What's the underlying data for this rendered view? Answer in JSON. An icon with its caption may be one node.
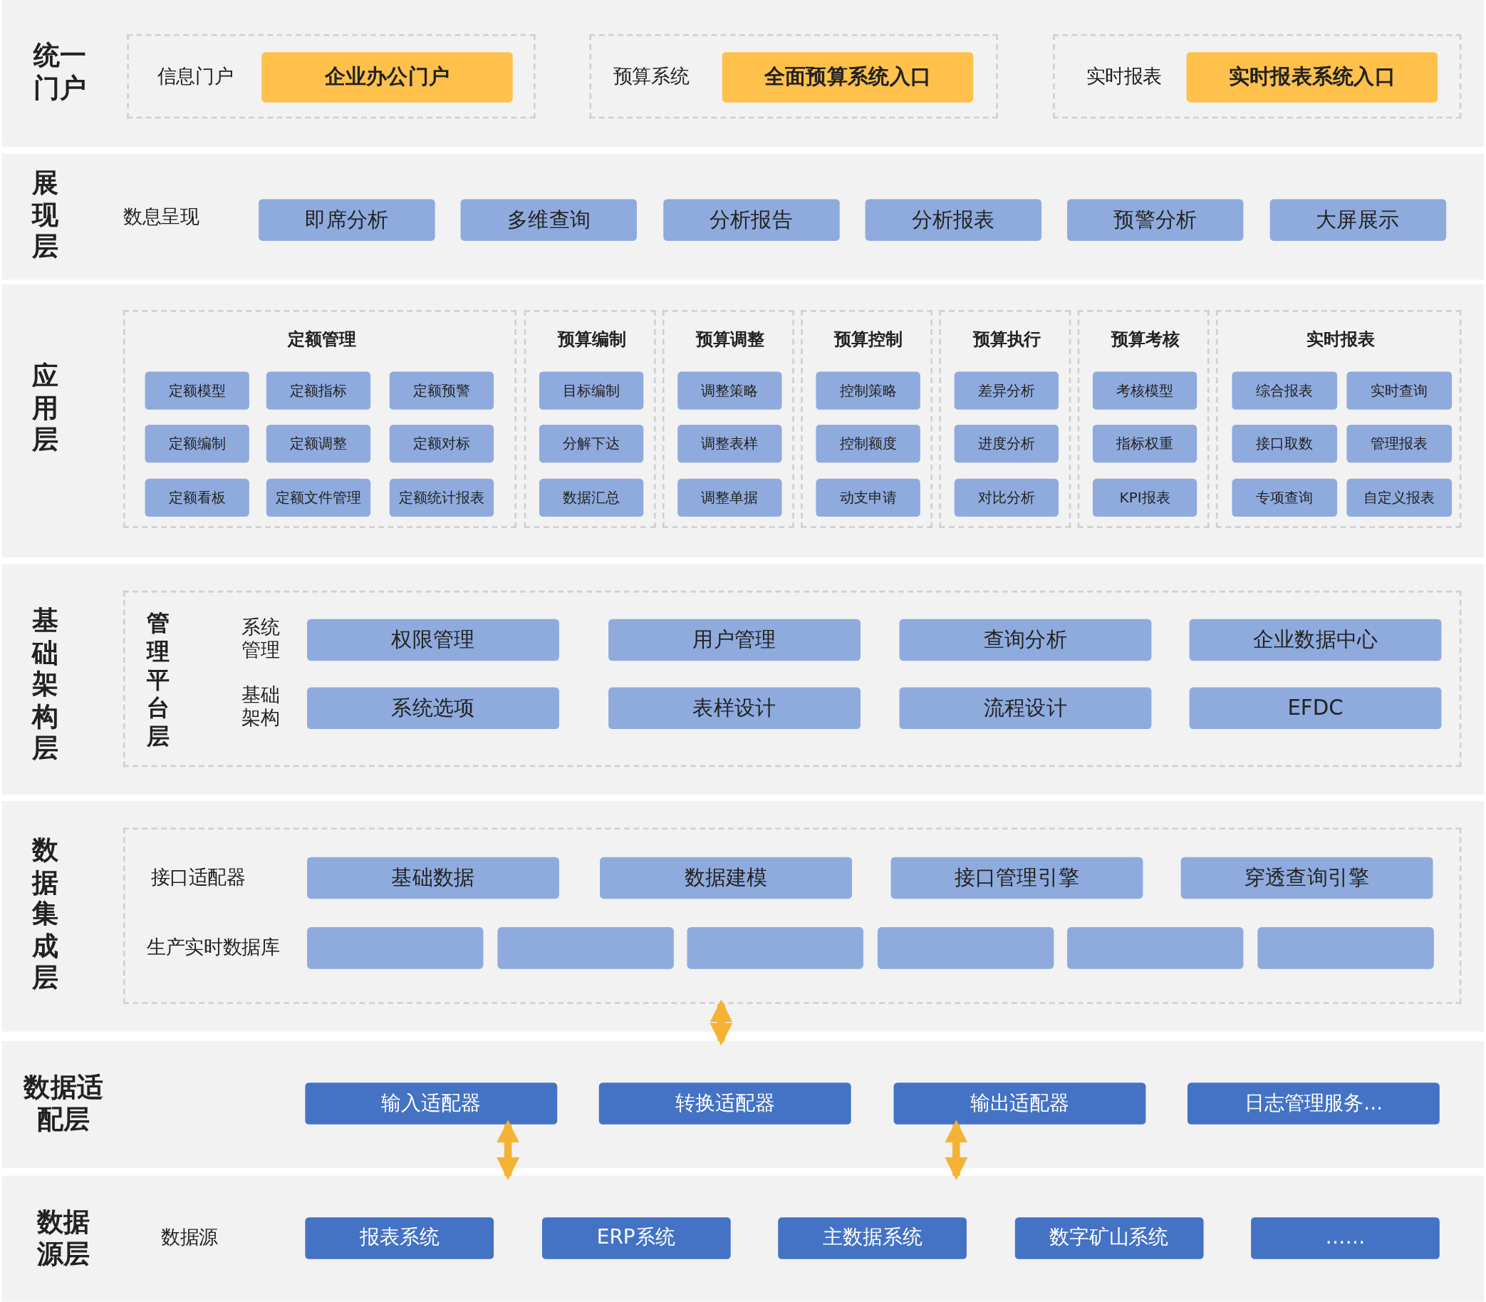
{
  "diagram": {
    "nodes": [
      {
        "text": [
          "统一门户"
        ]
      },
      {
        "text": [
          "信息门户"
        ],
        "in": 0
      },
      {
        "text": [
          "企业办公门户"
        ],
        "in": 1
      },
      {
        "text": [
          "预算系统"
        ],
        "in": 0
      },
      {
        "text": [
          "全面预算系统入口"
        ],
        "in": 3
      },
      {
        "text": [
          "实时报表"
        ],
        "in": 0
      },
      {
        "text": [
          "实时报表系统入口"
        ],
        "in": 5
      },
      {
        "text": [
          "展现层",
          "数息呈现"
        ]
      },
      {
        "text": [
          "即席分析"
        ],
        "in": 7
      },
      {
        "text": [
          "多维查询"
        ],
        "in": 7
      },
      {
        "text": [
          "分析报告"
        ],
        "in": 7
      },
      {
        "text": [
          "分析报表"
        ],
        "in": 7
      },
      {
        "text": [
          "预警分析"
        ],
        "in": 7
      },
      {
        "text": [
          "大屏展示"
        ],
        "in": 7
      },
      {
        "text": [
          "应用层"
        ]
      },
      {
        "text": [
          "定额管理"
        ],
        "in": 14
      },
      {
        "text": [
          "定额模型"
        ],
        "in": 15
      },
      {
        "text": [
          "定额指标"
        ],
        "in": 15
      },
      {
        "text": [
          "定额预警"
        ],
        "in": 15
      },
      {
        "text": [
          "定额编制"
        ],
        "in": 15
      },
      {
        "text": [
          "定额调整"
        ],
        "in": 15
      },
      {
        "text": [
          "定额对标"
        ],
        "in": 15
      },
      {
        "text": [
          "定额看板"
        ],
        "in": 15
      },
      {
        "text": [
          "定额文件管理"
        ],
        "in": 15
      },
      {
        "text": [
          "定额统计报表"
        ],
        "in": 15
      },
      {
        "text": [
          "预算编制"
        ],
        "in": 14
      },
      {
        "text": [
          "目标编制"
        ],
        "in": 25
      },
      {
        "text": [
          "分解下达"
        ],
        "in": 25
      },
      {
        "text": [
          "数据汇总"
        ],
        "in": 25
      },
      {
        "text": [
          "预算调整"
        ],
        "in": 14
      },
      {
        "text": [
          "调整策略"
        ],
        "in": 29
      },
      {
        "text": [
          "调整表样"
        ],
        "in": 29
      },
      {
        "text": [
          "调整单据"
        ],
        "in": 29
      },
      {
        "text": [
          "预算控制"
        ],
        "in": 14
      },
      {
        "text": [
          "控制策略"
        ],
        "in": 33
      },
      {
        "text": [
          "控制额度"
        ],
        "in": 33
      },
      {
        "text": [
          "动支申请"
        ],
        "in": 33
      },
      {
        "text": [
          "预算执行"
        ],
        "in": 14
      },
      {
        "text": [
          "差异分析"
        ],
        "in": 37
      },
      {
        "text": [
          "进度分析"
        ],
        "in": 37
      },
      {
        "text": [
          "对比分析"
        ],
        "in": 37
      },
      {
        "text": [
          "预算考核"
        ],
        "in": 14
      },
      {
        "text": [
          "考核模型"
        ],
        "in": 41
      },
      {
        "text": [
          "指标权重"
        ],
        "in": 41
      },
      {
        "text": [
          "KPI报表"
        ],
        "in": 41
      },
      {
        "text": [
          "实时报表"
        ],
        "in": 14
      },
      {
        "text": [
          "综合报表"
        ],
        "in": 45
      },
      {
        "text": [
          "实时查询"
        ],
        "in": 45
      },
      {
        "text": [
          "接口取数"
        ],
        "in": 45
      },
      {
        "text": [
          "管理报表"
        ],
        "in": 45
      },
      {
        "text": [
          "专项查询"
        ],
        "in": 45
      },
      {
        "text": [
          "自定义报表"
        ],
        "in": 45
      },
      {
        "text": [
          "基础架构层"
        ]
      },
      {
        "text": [
          "管理平台层",
          "系统管理",
          "基础架构"
        ],
        "in": 52
      },
      {
        "text": [
          "权限管理"
        ],
        "in": 53
      },
      {
        "text": [
          "用户管理"
        ],
        "in": 53
      },
      {
        "text": [
          "查询分析"
        ],
        "in": 53
      },
      {
        "text": [
          "企业数据中心"
        ],
        "in": 53
      },
      {
        "text": [
          "系统选项"
        ],
        "in": 53
      },
      {
        "text": [
          "表样设计"
        ],
        "in": 53
      },
      {
        "text": [
          "流程设计"
        ],
        "in": 53
      },
      {
        "text": [
          "EFDC"
        ],
        "in": 53
      },
      {
        "text": [
          "数据集成层"
        ]
      },
      {
        "text": [
          "接口适配器",
          "生产实时数据库"
        ],
        "in": 62
      },
      {
        "text": [
          "基础数据"
        ],
        "in": 63
      },
      {
        "text": [
          "数据建模"
        ],
        "in": 63
      },
      {
        "text": [
          "接口管理引擎"
        ],
        "in": 63
      },
      {
        "text": [
          "穿透查询引擎"
        ],
        "in": 63
      },
      {
        "text": [],
        "shape": "box",
        "in": 63
      },
      {
        "text": [],
        "shape": "box",
        "in": 63
      },
      {
        "text": [],
        "shape": "box",
        "in": 63
      },
      {
        "text": [],
        "shape": "box",
        "in": 63
      },
      {
        "text": [],
        "shape": "box",
        "in": 63
      },
      {
        "text": [],
        "shape": "box",
        "in": 63
      },
      {
        "text": [
          "数据适配层"
        ]
      },
      {
        "text": [
          "输入适配器"
        ],
        "in": 74
      },
      {
        "text": [
          "转换适配器"
        ],
        "in": 74
      },
      {
        "text": [
          "输出适配器"
        ],
        "in": 74
      },
      {
        "text": [
          "日志管理服务..."
        ],
        "in": 74
      },
      {
        "text": [
          "数据源层",
          "数据源"
        ]
      },
      {
        "text": [
          "报表系统"
        ],
        "in": 79
      },
      {
        "text": [
          "ERP系统"
        ],
        "in": 79
      },
      {
        "text": [
          "主数据系统"
        ],
        "in": 79
      },
      {
        "text": [
          "数字矿山系统"
        ],
        "in": 79
      },
      {
        "text": [
          "……"
        ],
        "in": 79
      }
    ],
    "edges": [
      {
        "from": 63,
        "to": 74,
        "arrow": "both"
      },
      {
        "from": 75,
        "to": 79,
        "arrow": "both"
      },
      {
        "from": 77,
        "to": 79,
        "arrow": "both"
      }
    ]
  }
}
